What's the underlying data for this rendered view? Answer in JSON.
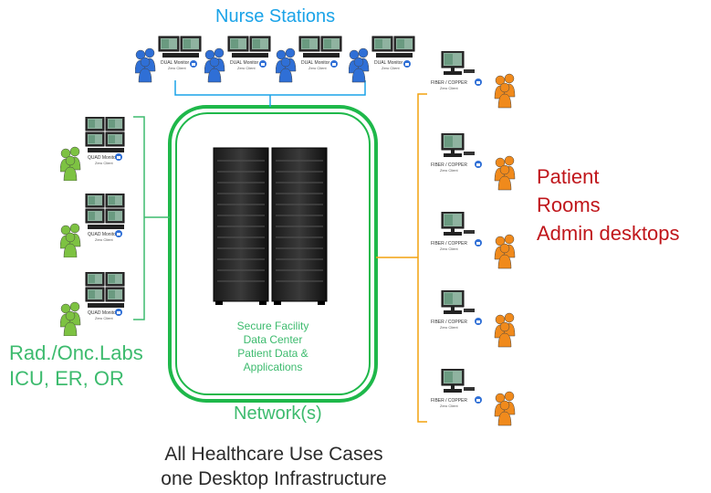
{
  "top_label": "Nurse Stations",
  "left_label": {
    "line1": "Rad./Onc.Labs",
    "line2": "ICU, ER, OR"
  },
  "right_label": {
    "line1": "Patient",
    "line2": "Rooms",
    "line3": "Admin desktops"
  },
  "center_label": {
    "line1": "Secure Facility",
    "line2": "Data Center",
    "line3": "Patient Data &",
    "line4": "Applications"
  },
  "network_label": "Network(s)",
  "bottom_caption": {
    "line1": "All Healthcare Use Cases",
    "line2": "one Desktop Infrastructure"
  },
  "device_labels": {
    "dual": "DUAL Monitor",
    "quad": "QUAD Monitor",
    "fiber": "FIBER / COPPER",
    "zero_client": "Zero Client"
  },
  "colors": {
    "blue": "#1aa3e8",
    "green": "#3dbb6e",
    "red": "#c0161b",
    "orange": "#f2a20f",
    "user_green": "#7dc242",
    "user_orange": "#f08a1c",
    "user_blue": "#2f6fd6"
  }
}
